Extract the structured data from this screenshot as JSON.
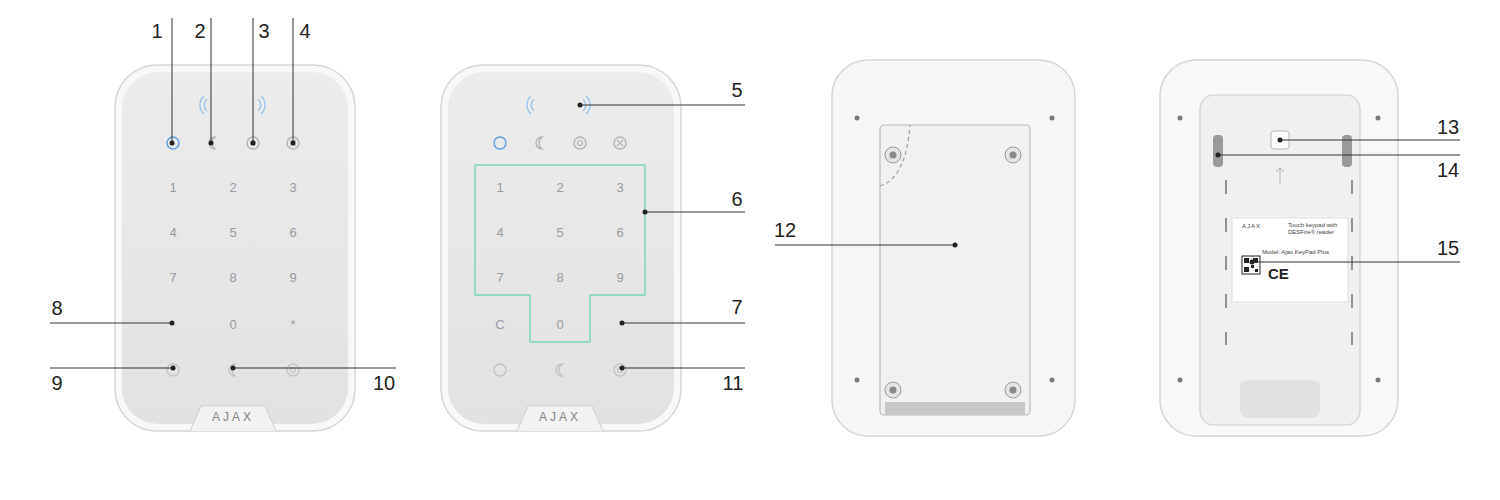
{
  "diagram": {
    "labels": [
      "1",
      "2",
      "3",
      "4",
      "5",
      "6",
      "7",
      "8",
      "9",
      "10",
      "11",
      "12",
      "13",
      "14",
      "15",
      "1",
      "2",
      "3",
      "4",
      "5",
      "6",
      "7",
      "8",
      "9",
      "0",
      "*",
      "1",
      "2",
      "3",
      "4",
      "5",
      "6",
      "7",
      "8",
      "9",
      "C",
      "0",
      "AJAX",
      "AJAX",
      "AJAX",
      "Touch keypad with DESFire® reader",
      "Model: Ajax KeyPad Plus",
      "CE"
    ]
  }
}
